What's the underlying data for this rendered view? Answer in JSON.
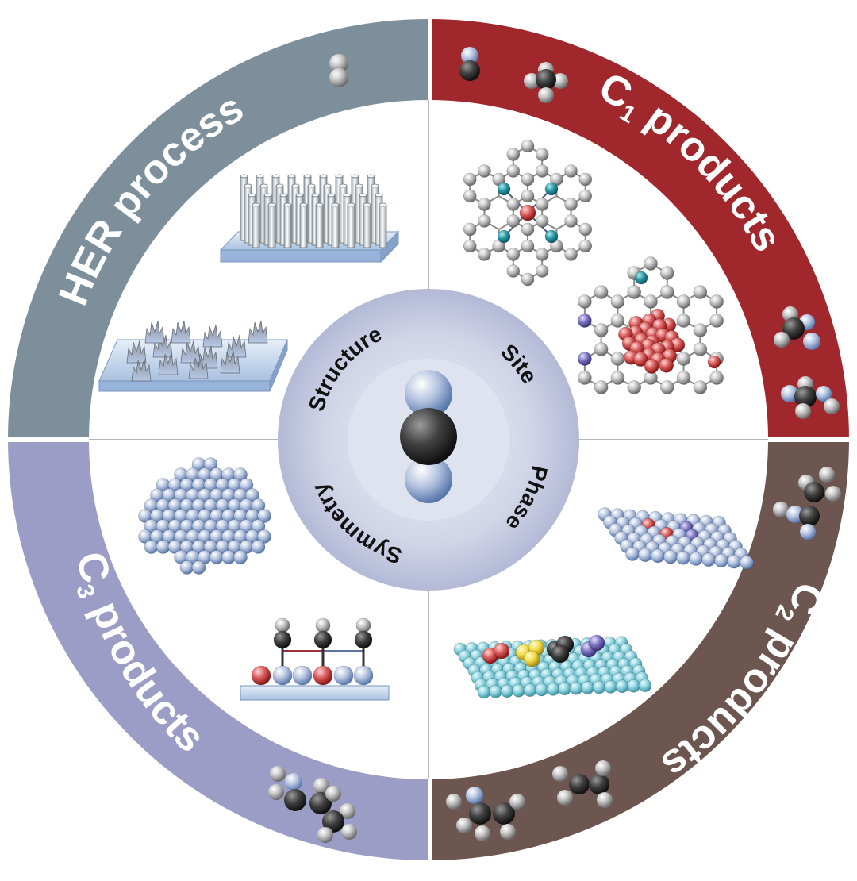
{
  "quadrants": {
    "top_left": {
      "label": "HER process",
      "color": "#7e8f9c"
    },
    "top_right": {
      "label_main": "C",
      "label_sub": "1",
      "label_rest": " products",
      "color": "#a0272c"
    },
    "bottom_right": {
      "label_main": "C",
      "label_sub": "2",
      "label_rest": " products",
      "color": "#6d5550"
    },
    "bottom_left": {
      "label_main": "C",
      "label_sub": "3",
      "label_rest": " products",
      "color": "#9c9dc6"
    }
  },
  "center_labels": {
    "top_left": "Structure",
    "top_right": "Site",
    "bottom_right": "Phase",
    "bottom_left": "Symmetry"
  },
  "colors": {
    "center_disc": "#c9cde2",
    "inner_disc": "#dfe2ef",
    "divider": "#9aa0a8",
    "carbon": "#404040",
    "hydrogen": "#e8e8e8",
    "oxygen": "#d23a3a",
    "nitrogen": "#6f8fc6",
    "cyan": "#8ed4df"
  }
}
